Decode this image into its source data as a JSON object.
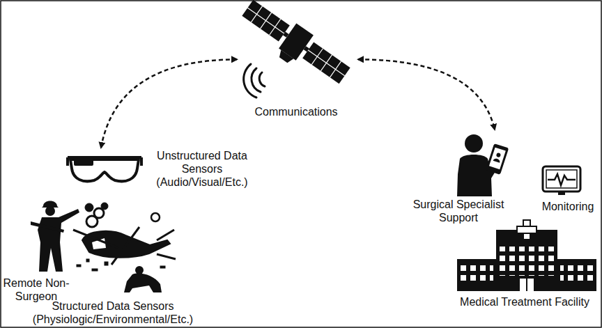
{
  "diagram": {
    "nodes": [
      {
        "text": [
          "Communications"
        ]
      },
      {
        "text": [
          "Unstructured Data Sensors (Audio/Visual/Etc.)"
        ]
      },
      {
        "text": [
          "Surgical Specialist Support"
        ]
      }
    ],
    "edges": [
      {
        "from": 0,
        "to": 1,
        "arrow": "both"
      },
      {
        "from": 0,
        "to": 2,
        "arrow": "both"
      }
    ],
    "labels": [
      "Remote Non-Surgeon",
      "Structured Data Sensors (Physiologic/Environmental/Etc.)",
      "Monitoring",
      "Medical Treatment Facility"
    ]
  }
}
